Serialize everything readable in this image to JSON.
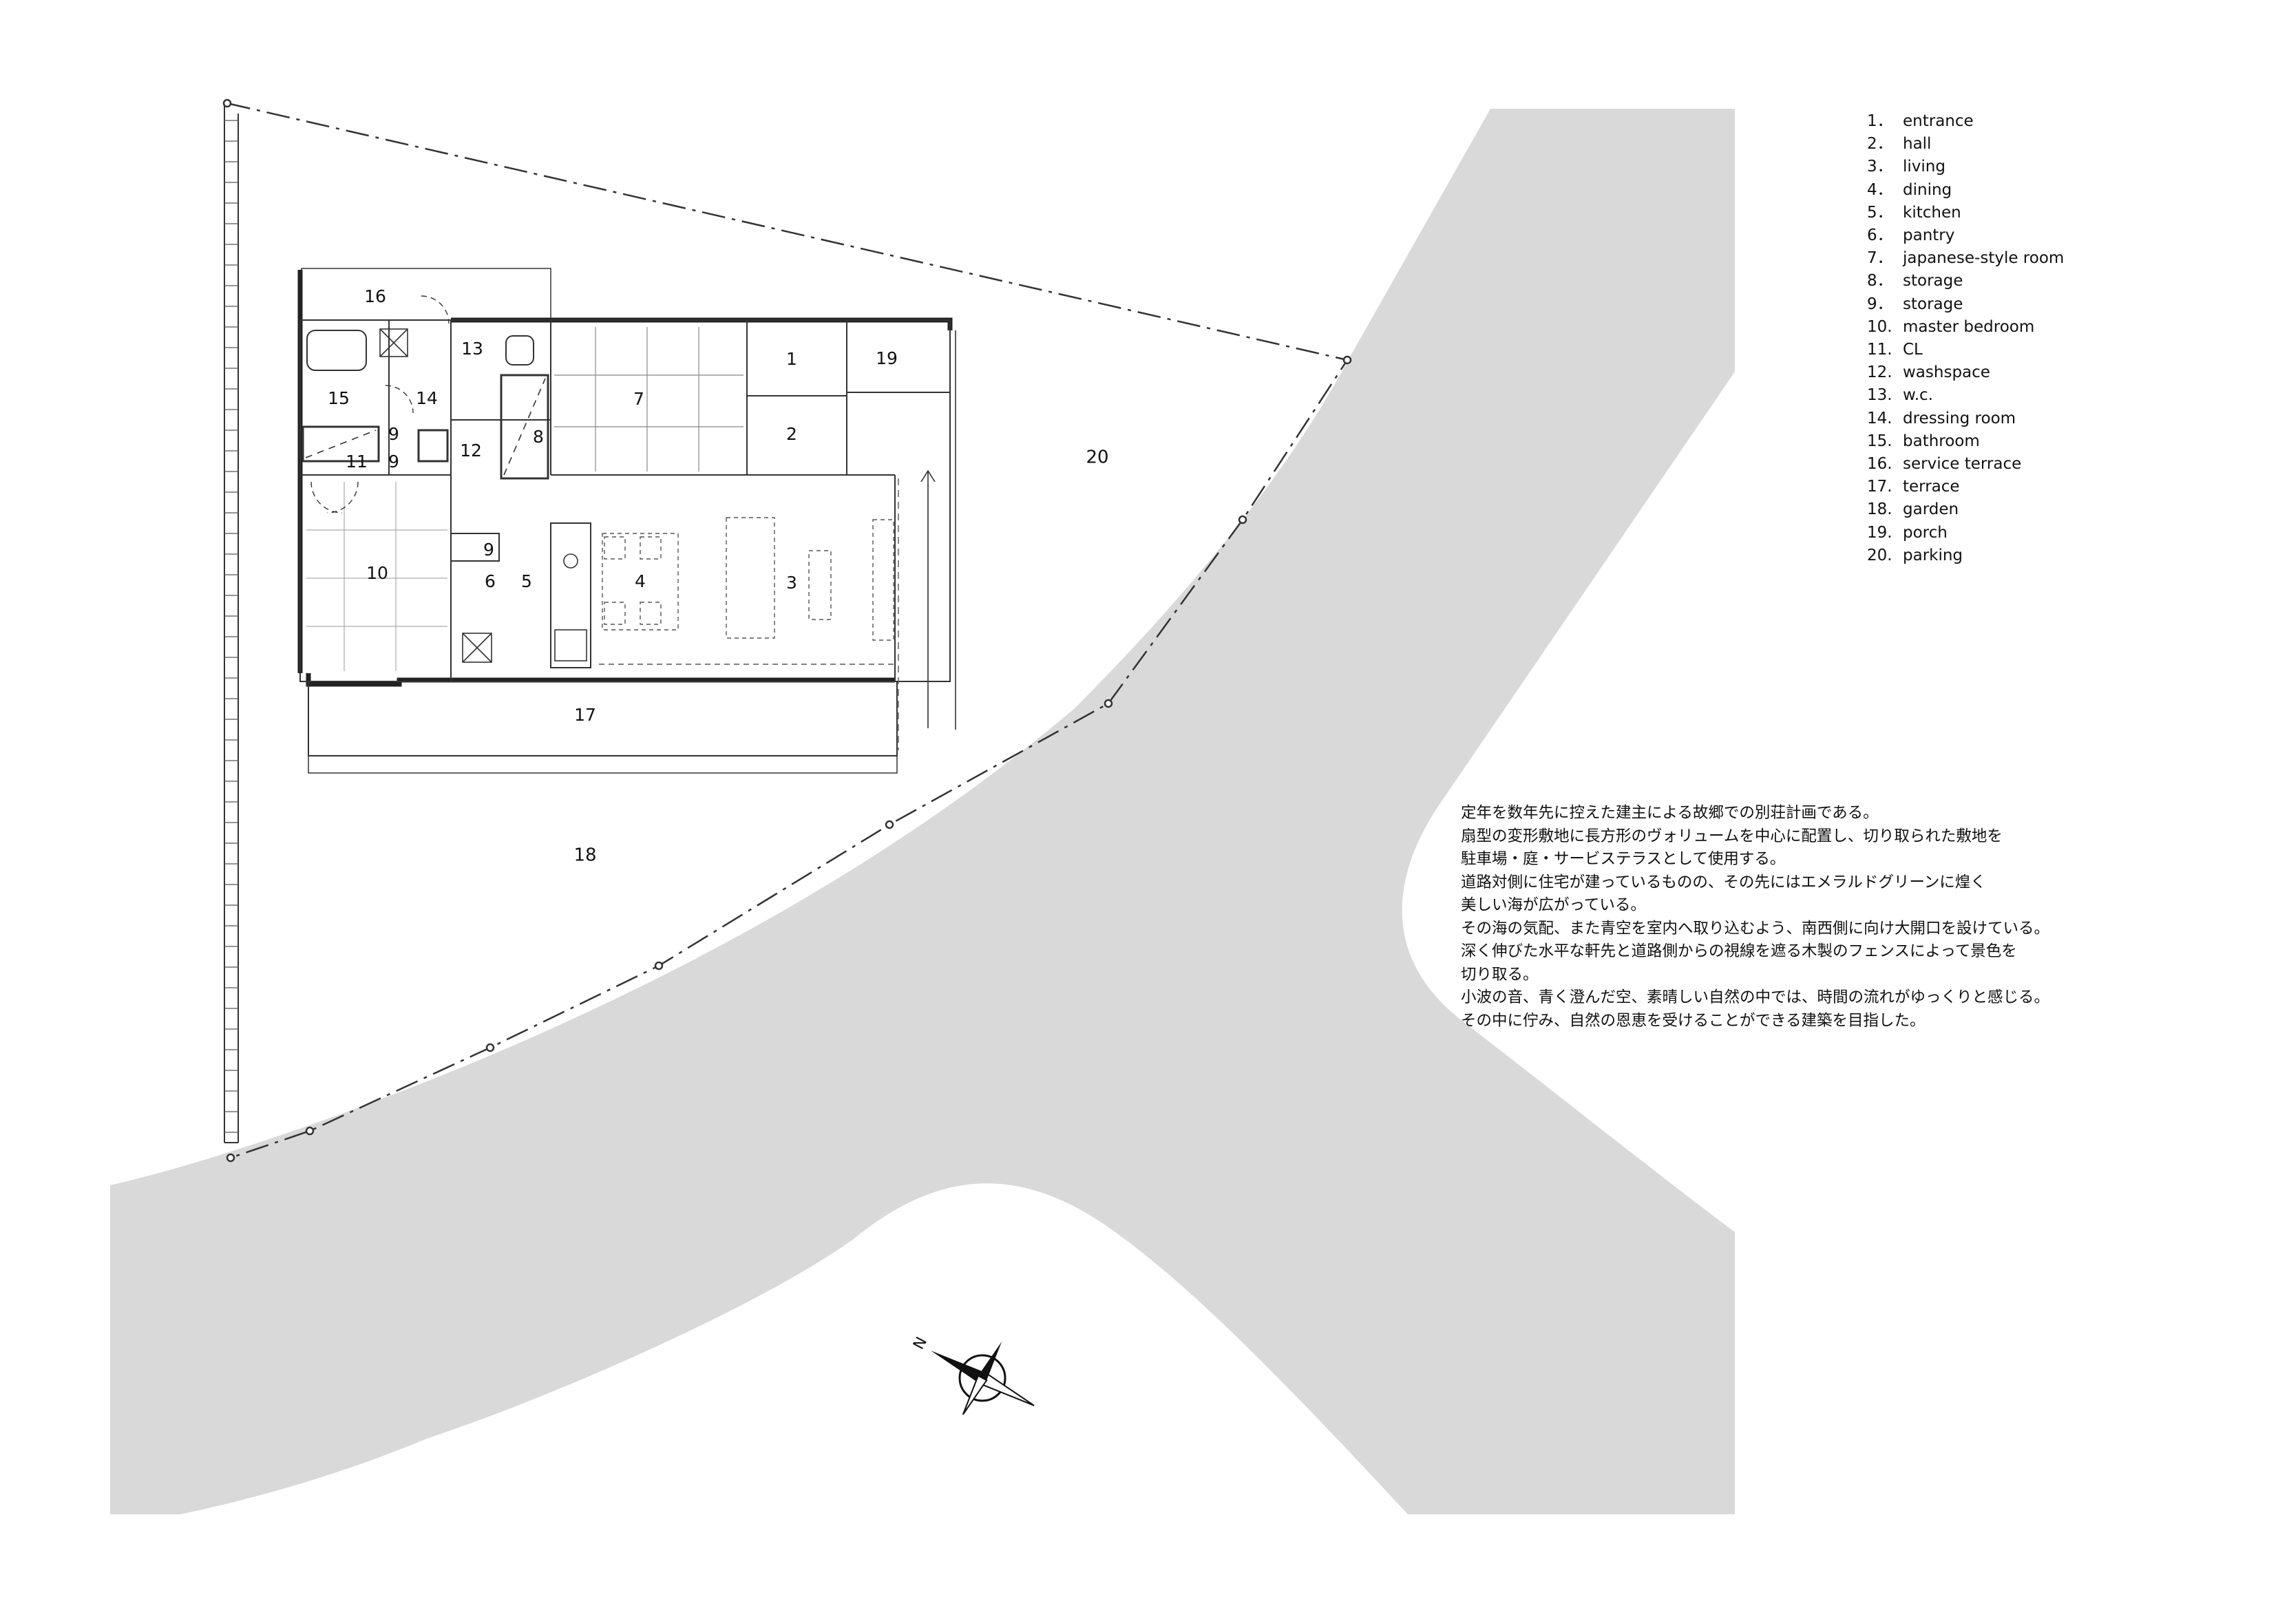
{
  "rooms": {
    "r1": "1",
    "r2": "2",
    "r3": "3",
    "r4": "4",
    "r5": "5",
    "r6": "6",
    "r7": "7",
    "r8": "8",
    "r9a": "9",
    "r9b": "9",
    "r9c": "9",
    "r10": "10",
    "r11": "11",
    "r12": "12",
    "r13": "13",
    "r14": "14",
    "r15": "15",
    "r16": "16",
    "r17": "17",
    "r18": "18",
    "r19": "19",
    "r20": "20"
  },
  "legend": [
    {
      "num": "1．",
      "label": "entrance"
    },
    {
      "num": "2．",
      "label": "hall"
    },
    {
      "num": "3．",
      "label": "living"
    },
    {
      "num": "4．",
      "label": "dining"
    },
    {
      "num": "5．",
      "label": "kitchen"
    },
    {
      "num": "6．",
      "label": "pantry"
    },
    {
      "num": "7．",
      "label": "japanese-style room"
    },
    {
      "num": "8．",
      "label": "storage"
    },
    {
      "num": "9．",
      "label": "storage"
    },
    {
      "num": "10.",
      "label": "master bedroom"
    },
    {
      "num": "11.",
      "label": "CL"
    },
    {
      "num": "12.",
      "label": "washspace"
    },
    {
      "num": "13.",
      "label": "w.c."
    },
    {
      "num": "14.",
      "label": "dressing room"
    },
    {
      "num": "15.",
      "label": "bathroom"
    },
    {
      "num": "16.",
      "label": "service terrace"
    },
    {
      "num": "17.",
      "label": "terrace"
    },
    {
      "num": "18.",
      "label": "garden"
    },
    {
      "num": "19.",
      "label": "porch"
    },
    {
      "num": "20.",
      "label": "parking"
    }
  ],
  "description": [
    "定年を数年先に控えた建主による故郷での別荘計画である。",
    "扇型の変形敷地に長方形のヴォリュームを中心に配置し、切り取られた敷地を",
    "駐車場・庭・サービステラスとして使用する。",
    "道路対側に住宅が建っているものの、その先にはエメラルドグリーンに煌く",
    "美しい海が広がっている。",
    "その海の気配、また青空を室内へ取り込むよう、南西側に向け大開口を設けている。",
    "深く伸びた水平な軒先と道路側からの視線を遮る木製のフェンスによって景色を",
    "切り取る。",
    "小波の音、青く澄んだ空、素晴しい自然の中では、時間の流れがゆっくりと感じる。",
    "その中に佇み、自然の恩恵を受けることができる建築を目指した。"
  ],
  "compass": {
    "north_letter": "N"
  },
  "colors": {
    "road": "#d9d9d9",
    "line": "#111111",
    "wall": "#333333"
  }
}
